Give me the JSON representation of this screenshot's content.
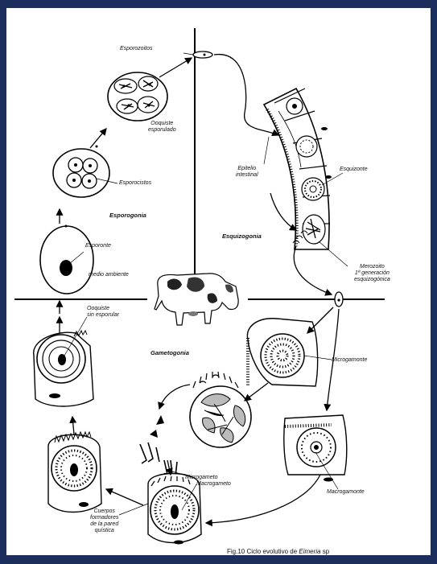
{
  "labels": {
    "esporozoitos": "Esporozoitos",
    "ooquiste_esporulado": "Ooquiste\nesporulado",
    "esporocistos": "Esporocistos",
    "esporogonia": "Esporogonia",
    "esporonte": "Esporonte",
    "medio_ambiente": "medio ambiente",
    "epitelio_intestinal": "Epitelio\nintestinal",
    "esquizonte": "Esquizonte",
    "esquizogonia": "Esquizogonia",
    "merozoito": "Merozoito\n1ª generación\nesquizogónica",
    "ooquiste_sin_esporular": "Ooquiste\nsin esporular",
    "gametogonia": "Gametogonia",
    "microgamonte": "Microgamonte",
    "microgameto": "Microgameto",
    "macrogameto": "Macrogameto",
    "macrogamonte": "Macrogamonte",
    "cuerpos_formadores": "Cuerpos\nformadores\nde la pared\nquística"
  },
  "caption": {
    "prefix": "Fig.10 Ciclo evolutivo de ",
    "genus": "Eimeria",
    "suffix": " sp"
  }
}
